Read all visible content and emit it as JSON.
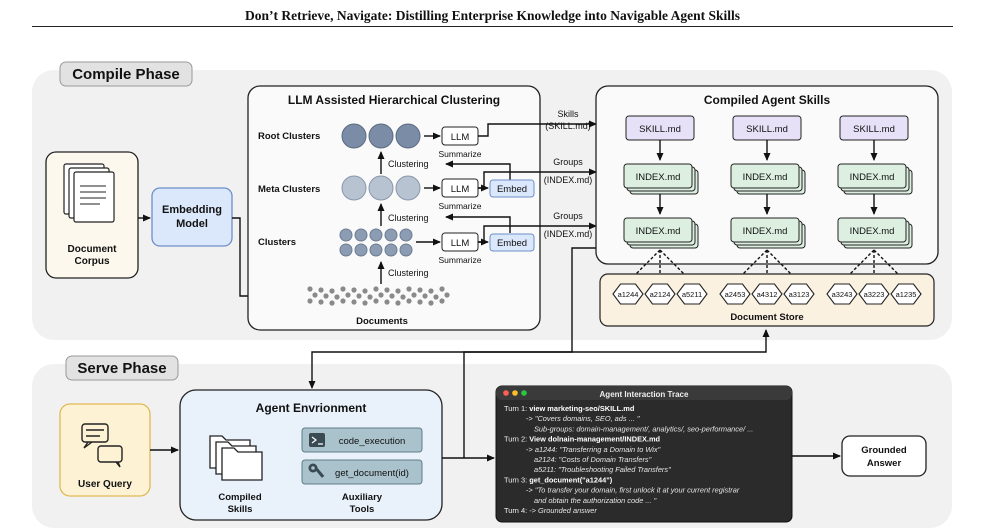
{
  "title": "Don’t Retrieve, Navigate: Distilling Enterprise Knowledge into Navigable Agent Skills",
  "compile_phase": {
    "label": "Compile Phase",
    "document_corpus": [
      "Document",
      "Corpus"
    ],
    "embedding_model": [
      "Embedding",
      "Model"
    ],
    "clustering_panel": {
      "title": "LLM Assisted Hierarchical Clustering",
      "root_clusters": "Root Clusters",
      "meta_clusters": "Meta Clusters",
      "clusters": "Clusters",
      "documents": "Documents",
      "llm": "LLM",
      "embed": "Embed",
      "summarize": "Summarize",
      "clustering": "Clustering"
    },
    "flow_labels": {
      "skills": [
        "Skills",
        "(SKILL.md)"
      ],
      "groups": [
        "Groups",
        "(INDEX.md)"
      ]
    },
    "skills_panel": {
      "title": "Compiled Agent Skills",
      "skill_file": "SKILL.md",
      "index_file": "INDEX.md"
    },
    "document_store": {
      "label": "Document Store",
      "docs": [
        "a1244",
        "a2124",
        "a5211",
        "a2453",
        "a4312",
        "a3123",
        "a3243",
        "a3223",
        "a1235"
      ]
    }
  },
  "serve_phase": {
    "label": "Serve Phase",
    "user_query": "User Query",
    "agent_env": {
      "title": "Agent Envrionment",
      "compiled_skills": [
        "Compiled",
        "Skills"
      ],
      "aux_tools": [
        "Auxiliary",
        "Tools"
      ],
      "tools": [
        "code_execution",
        "get_document(id)"
      ]
    },
    "trace": {
      "title": "Agent Interaction Trace",
      "lines": [
        {
          "prefix": "Turn 1: ",
          "bold": "view marketing-seo/SKILL.md",
          "italic": ""
        },
        {
          "prefix": "-> ",
          "bold": "",
          "italic": "\"Covers domains, SEO, ads ... \""
        },
        {
          "prefix": "",
          "bold": "",
          "italic": "Sub-groups: domain-management/, analytics/, seo-performance/ ..."
        },
        {
          "prefix": "Turn 2: ",
          "bold": "View dolnain-management/INDEX.md",
          "italic": ""
        },
        {
          "prefix": "-> ",
          "bold": "",
          "italic": "a1244: \"Transferring a Domain to Wix\""
        },
        {
          "prefix": "",
          "bold": "",
          "italic": "a2124: \"Costs of Domain Transfers\""
        },
        {
          "prefix": "",
          "bold": "",
          "italic": "a5211: \"Troubleshooting Failed Transfers\""
        },
        {
          "prefix": "Turn 3: ",
          "bold": "get_document(\"a1244\")",
          "italic": ""
        },
        {
          "prefix": "-> ",
          "bold": "",
          "italic": "\"To transfer your domain, first unlock it at your current registrar"
        },
        {
          "prefix": "",
          "bold": "",
          "italic": "and obtain the authorization code ... \""
        },
        {
          "prefix": "Turn 4: ",
          "bold": "",
          "italic": "-> Grounded answer"
        }
      ]
    },
    "grounded_answer": [
      "Grounded",
      "Answer"
    ]
  },
  "colors": {
    "phase_bg": "#f1f1f1",
    "tag_bg": "#e2e2e2",
    "embed_fill": "#dbe8fb",
    "embed_stroke": "#6d8fc7",
    "skill_fill": "#e6e1f6",
    "index_fill": "#dcefe0",
    "store_fill": "#fbf1e1",
    "query_fill": "#fdf3d4",
    "query_stroke": "#e1b954",
    "env_fill": "#e9f1fb",
    "tool_fill": "#a9c2cc",
    "trace_bg": "#2b2b2b",
    "cluster_dot": "#8a9bb1"
  }
}
